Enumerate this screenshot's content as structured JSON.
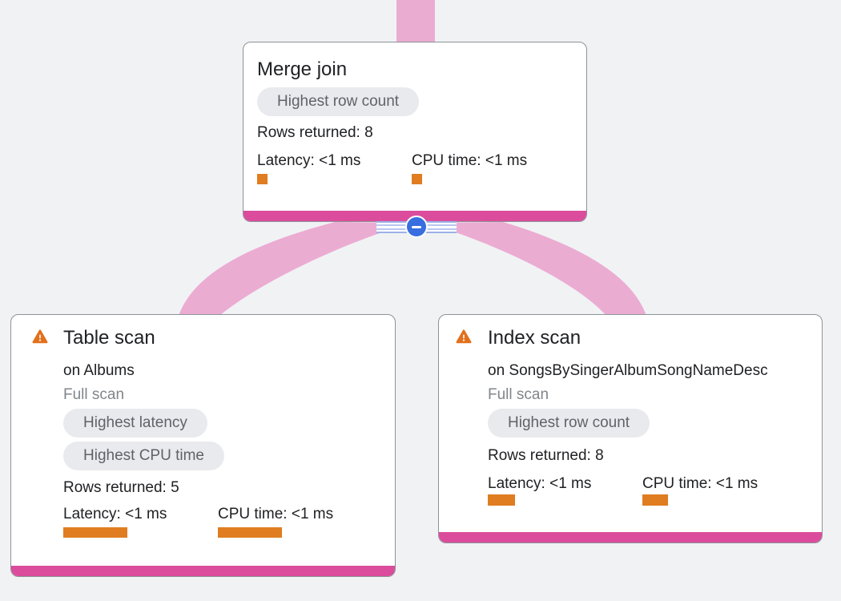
{
  "view": {
    "name": "Query execution plan graph",
    "collapse_button_action": "collapse-children"
  },
  "colors": {
    "background": "#f1f2f4",
    "edge_pink": "#ebacd2",
    "node_accent_pink": "#db4c9c",
    "metric_orange": "#e07d20",
    "warning_orange": "#e2701c",
    "badge_bg": "#e9eaed",
    "badge_text": "#5f6368",
    "collapse_button_blue": "#386ee0"
  },
  "nodes": [
    {
      "id": "merge-join",
      "title": "Merge join",
      "badges": [
        "Highest row count"
      ],
      "rows_returned": "Rows returned: 8",
      "latency": "Latency: <1 ms",
      "cpu_time": "CPU time: <1 ms",
      "metric_bars": {
        "latency_w": 13,
        "latency_h": 13,
        "cpu_w": 13,
        "cpu_h": 13
      }
    },
    {
      "id": "table-scan",
      "title": "Table scan",
      "target": "on Albums",
      "scan_type": "Full scan",
      "has_warning": true,
      "badges": [
        "Highest latency",
        "Highest CPU time"
      ],
      "rows_returned": "Rows returned: 5",
      "latency": "Latency: <1 ms",
      "cpu_time": "CPU time: <1 ms",
      "metric_bars": {
        "latency_w": 80,
        "latency_h": 13,
        "cpu_w": 80,
        "cpu_h": 13
      }
    },
    {
      "id": "index-scan",
      "title": "Index scan",
      "target": "on SongsBySingerAlbumSongNameDesc",
      "scan_type": "Full scan",
      "has_warning": true,
      "badges": [
        "Highest row count"
      ],
      "rows_returned": "Rows returned: 8",
      "latency": "Latency: <1 ms",
      "cpu_time": "CPU time: <1 ms",
      "metric_bars": {
        "latency_w": 34,
        "latency_h": 14,
        "cpu_w": 32,
        "cpu_h": 14
      }
    }
  ]
}
